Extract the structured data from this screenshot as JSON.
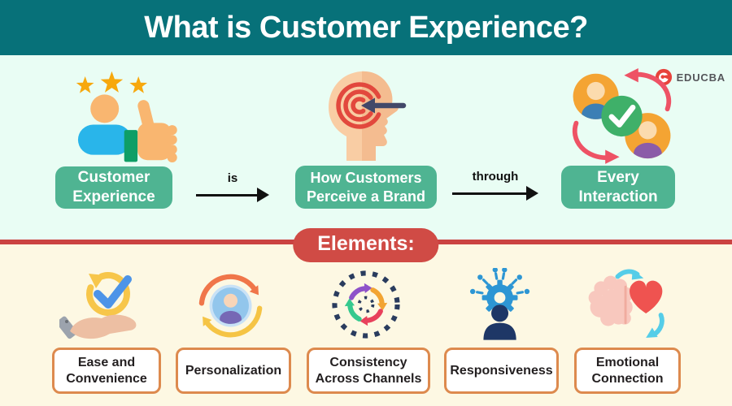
{
  "header": {
    "title": "What is Customer Experience?"
  },
  "brand": {
    "name": "EDUCBA"
  },
  "flow": {
    "steps": [
      {
        "label": "Customer Experience",
        "icon": "customer-thumbs-up-icon"
      },
      {
        "label": "How Customers Perceive a Brand",
        "icon": "head-target-arrow-icon"
      },
      {
        "label": "Every Interaction",
        "icon": "people-interaction-cycle-icon"
      }
    ],
    "connectors": [
      {
        "label": "is"
      },
      {
        "label": "through"
      }
    ]
  },
  "elements": {
    "heading": "Elements:",
    "items": [
      {
        "label": "Ease and Convenience",
        "icon": "hand-check-cycle-icon"
      },
      {
        "label": "Personalization",
        "icon": "avatar-refresh-icon"
      },
      {
        "label": "Consistency Across Channels",
        "icon": "dashed-cycle-arrows-icon"
      },
      {
        "label": "Responsiveness",
        "icon": "gear-person-icon"
      },
      {
        "label": "Emotional Connection",
        "icon": "brain-heart-icon"
      }
    ]
  },
  "colors": {
    "header_bg": "#077179",
    "top_section_bg": "#E9FDF4",
    "bottom_section_bg": "#FDF8E3",
    "step_pill_bg": "#4FB492",
    "elements_badge_bg": "#D04B45",
    "divider_red": "#CB4342",
    "item_box_border": "#DD8A4E",
    "arrow_black": "#111111",
    "brand_red": "#E8433C"
  }
}
